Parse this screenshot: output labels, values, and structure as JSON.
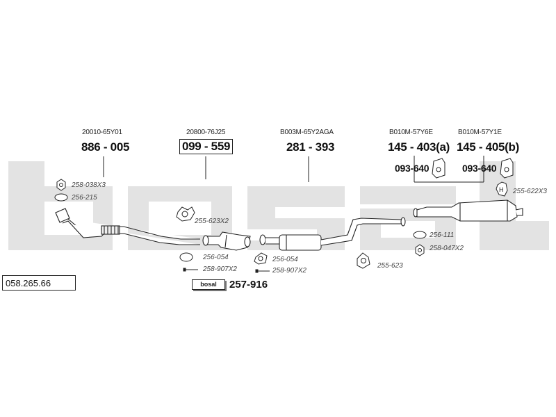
{
  "catalog_number": "058.265.66",
  "brand_logo": "bosal",
  "sections": [
    {
      "oem": "20010-65Y01",
      "part_number": "886 - 005",
      "boxed": false
    },
    {
      "oem": "20800-76J25",
      "part_number": "099 - 559",
      "boxed": true
    },
    {
      "oem": "B003M-65Y2AGA",
      "part_number": "281 - 393",
      "boxed": false
    },
    {
      "oem": "B010M-57Y6E",
      "part_number": "145 - 403(a)",
      "boxed": false
    },
    {
      "oem": "B010M-57Y1E",
      "part_number": "145 - 405(b)",
      "boxed": false
    }
  ],
  "mount_refs": [
    "093-640",
    "093-640"
  ],
  "parts": [
    "258-038X3",
    "256-215",
    "255-623X2",
    "256-054",
    "258-907X2",
    "256-054",
    "258-907X2",
    "255-623",
    "256-111",
    "258-047X2",
    "255-622X3"
  ],
  "kit": {
    "logo_text": "bosal",
    "number": "257-916"
  },
  "icons": [
    "nut-icon",
    "gasket-ring-icon",
    "flange-gasket-icon",
    "bolt-icon",
    "hanger-icon",
    "rubber-mount-icon",
    "h-clamp-icon"
  ]
}
